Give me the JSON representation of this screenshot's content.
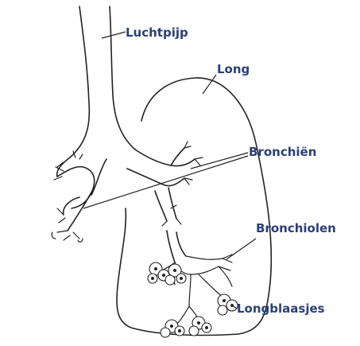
{
  "diagram": {
    "labels": {
      "trachea": "Luchtpijp",
      "lung": "Long",
      "bronchi": "Bronchiën",
      "bronchioles": "Bronchiolen",
      "alveoli": "Longblaasjes"
    }
  }
}
